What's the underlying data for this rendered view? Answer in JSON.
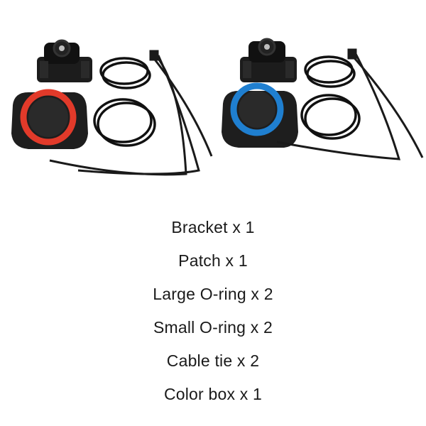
{
  "products": [
    {
      "id": "left",
      "accent_ring_color": "#e23a2a"
    },
    {
      "id": "right",
      "accent_ring_color": "#1f7fd0"
    }
  ],
  "contents": [
    {
      "label": "Bracket x 1"
    },
    {
      "label": "Patch x 1"
    },
    {
      "label": "Large O-ring x 2"
    },
    {
      "label": "Small O-ring x 2"
    },
    {
      "label": "Cable tie x 2"
    },
    {
      "label": "Color box x 1"
    }
  ]
}
